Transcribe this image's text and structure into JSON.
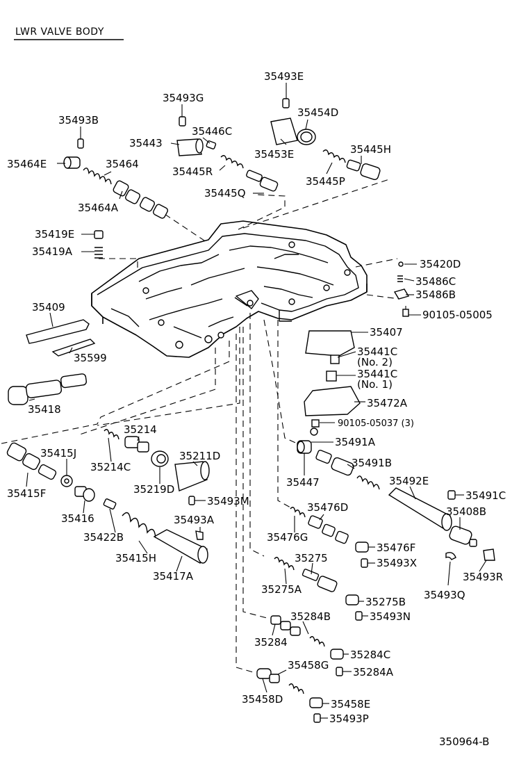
{
  "title": "LWR VALVE BODY",
  "figure_id": "350964-B",
  "labels": {
    "p35493E": "35493E",
    "p35493G": "35493G",
    "p35454D": "35454D",
    "p35493B": "35493B",
    "p35446C": "35446C",
    "p35443": "35443",
    "p35445H": "35445H",
    "p35453E": "35453E",
    "p35464E": "35464E",
    "p35464": "35464",
    "p35445R": "35445R",
    "p35445P": "35445P",
    "p35445Q": "35445Q",
    "p35464A": "35464A",
    "p35419E": "35419E",
    "p35419A": "35419A",
    "p35420D": "35420D",
    "p35486C": "35486C",
    "p35486B": "35486B",
    "p35409": "35409",
    "p90105_05005": "90105-05005",
    "p35407": "35407",
    "p35599": "35599",
    "p35441C_1": "35441C",
    "p35441C_1_note": "(No. 2)",
    "p35441C_2": "35441C",
    "p35441C_2_note": "(No. 1)",
    "p35418": "35418",
    "p35472A": "35472A",
    "p90105_05037": "90105-05037 (3)",
    "p35214": "35214",
    "p35491A": "35491A",
    "p35415J": "35415J",
    "p35211D": "35211D",
    "p35214C": "35214C",
    "p35491B": "35491B",
    "p35492E": "35492E",
    "p35415F": "35415F",
    "p35219D": "35219D",
    "p35447": "35447",
    "p35491C": "35491C",
    "p35493M": "35493M",
    "p35476D": "35476D",
    "p35408B": "35408B",
    "p35416": "35416",
    "p35493A": "35493A",
    "p35422B": "35422B",
    "p35476G": "35476G",
    "p35476F": "35476F",
    "p35415H": "35415H",
    "p35275": "35275",
    "p35493X": "35493X",
    "p35493R": "35493R",
    "p35417A": "35417A",
    "p35275A": "35275A",
    "p35493Q": "35493Q",
    "p35275B": "35275B",
    "p35284B": "35284B",
    "p35493N": "35493N",
    "p35284": "35284",
    "p35284C": "35284C",
    "p35458G": "35458G",
    "p35284A": "35284A",
    "p35458E": "35458E",
    "p35458D": "35458D",
    "p35493P": "35493P"
  }
}
